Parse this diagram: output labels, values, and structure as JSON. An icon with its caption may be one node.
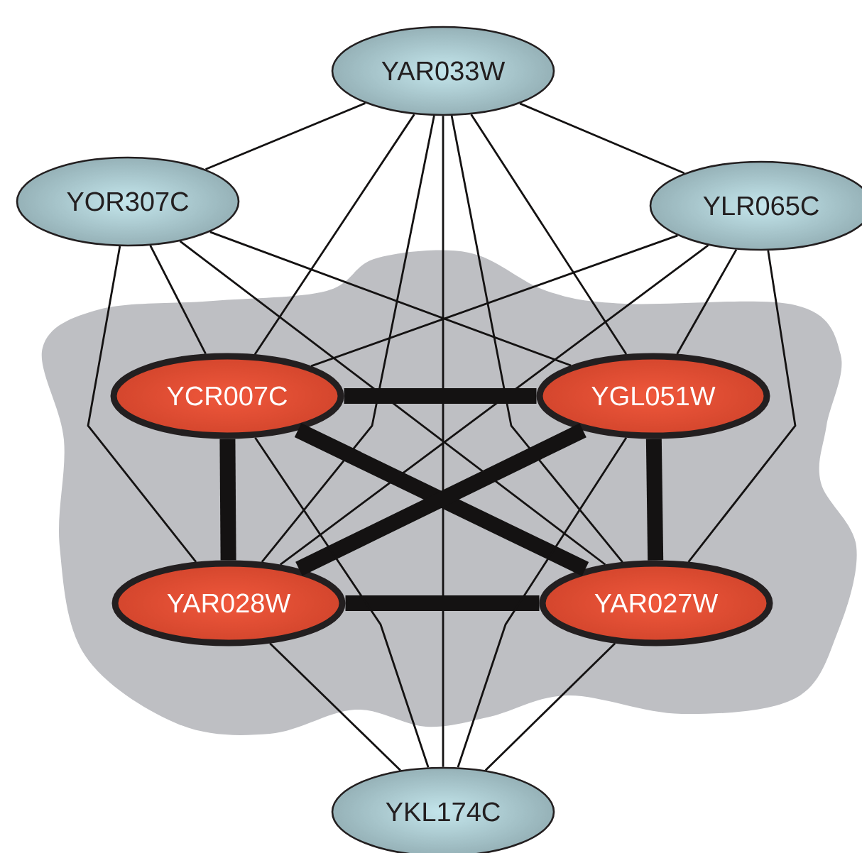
{
  "diagram": {
    "nodes": [
      {
        "text": [
          "YAR033W"
        ]
      },
      {
        "text": [
          "YOR307C"
        ]
      },
      {
        "text": [
          "YLR065C"
        ]
      },
      {
        "text": [
          "YCR007C"
        ]
      },
      {
        "text": [
          "YGL051W"
        ]
      },
      {
        "text": [
          "YAR028W"
        ]
      },
      {
        "text": [
          "YAR027W"
        ]
      },
      {
        "text": [
          "YKL174C"
        ]
      }
    ],
    "edges": [
      {
        "from": 0,
        "to": 1,
        "arrow": "none"
      },
      {
        "from": 0,
        "to": 2,
        "arrow": "none"
      },
      {
        "from": 0,
        "to": 3,
        "arrow": "none"
      },
      {
        "from": 0,
        "to": 4,
        "arrow": "none"
      },
      {
        "from": 0,
        "to": 5,
        "arrow": "none"
      },
      {
        "from": 0,
        "to": 6,
        "arrow": "none"
      },
      {
        "from": 0,
        "to": 7,
        "arrow": "none"
      },
      {
        "from": 1,
        "to": 3,
        "arrow": "none"
      },
      {
        "from": 1,
        "to": 4,
        "arrow": "none"
      },
      {
        "from": 1,
        "to": 5,
        "arrow": "none"
      },
      {
        "from": 1,
        "to": 6,
        "arrow": "none"
      },
      {
        "from": 2,
        "to": 3,
        "arrow": "none"
      },
      {
        "from": 2,
        "to": 4,
        "arrow": "none"
      },
      {
        "from": 2,
        "to": 5,
        "arrow": "none"
      },
      {
        "from": 2,
        "to": 6,
        "arrow": "none"
      },
      {
        "from": 3,
        "to": 4,
        "arrow": "none",
        "style": "thick"
      },
      {
        "from": 3,
        "to": 5,
        "arrow": "none",
        "style": "thick"
      },
      {
        "from": 3,
        "to": 6,
        "arrow": "none",
        "style": "thick"
      },
      {
        "from": 4,
        "to": 5,
        "arrow": "none",
        "style": "thick"
      },
      {
        "from": 4,
        "to": 6,
        "arrow": "none",
        "style": "thick"
      },
      {
        "from": 5,
        "to": 6,
        "arrow": "none",
        "style": "thick"
      },
      {
        "from": 3,
        "to": 7,
        "arrow": "none"
      },
      {
        "from": 4,
        "to": 7,
        "arrow": "none"
      },
      {
        "from": 5,
        "to": 7,
        "arrow": "none"
      },
      {
        "from": 6,
        "to": 7,
        "arrow": "none"
      }
    ]
  }
}
